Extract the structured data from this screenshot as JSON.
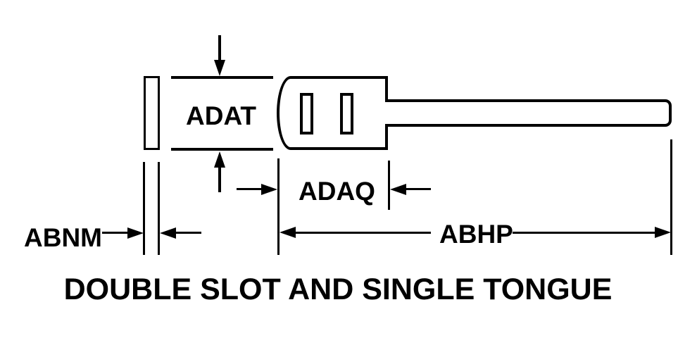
{
  "diagram": {
    "title": "DOUBLE SLOT AND SINGLE TONGUE",
    "labels": {
      "adat": "ADAT",
      "adaq": "ADAQ",
      "abnm": "ABNM",
      "abhp": "ABHP"
    },
    "colors": {
      "line": "#000000",
      "background": "#ffffff"
    }
  }
}
